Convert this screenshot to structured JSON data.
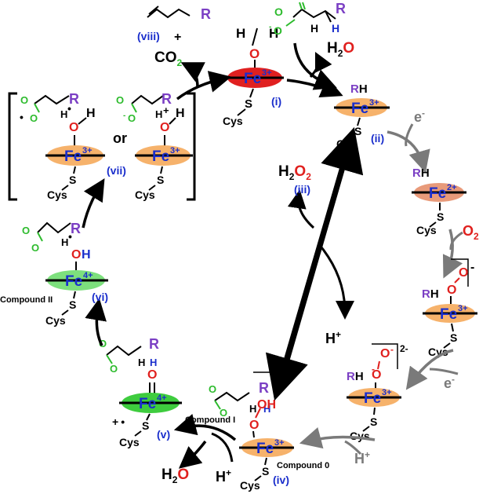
{
  "colors": {
    "heme_orange": "#f6b26b",
    "heme_red": "#e02020",
    "heme_pink": "#e89a7a",
    "heme_green": "#7de07d",
    "iron_blue": "#1a2ecc",
    "oxygen_red": "#e0201e",
    "substrate_purple": "#7b3fc4",
    "carboxyl_green": "#2dbb2d",
    "arrow_black": "#000000",
    "arrow_grey": "#7a7a7a"
  },
  "labels": {
    "fe3": "Fe",
    "fe3_sup": "3+",
    "fe2_sup": "2+",
    "fe4_sup": "4+",
    "cys": "Cys",
    "s": "S",
    "o": "O",
    "h": "H",
    "oh": "OH",
    "r": "R",
    "rh": "RH",
    "e": "e",
    "minus": "-",
    "plus": "+",
    "two_minus": "2-",
    "or": "or",
    "dot": "•"
  },
  "species": {
    "i": "(i)",
    "ii": "(ii)",
    "iii": "(iii)",
    "iv": "(iv)",
    "v": "(v)",
    "vi": "(vi)",
    "vii": "(vii)",
    "viii": "(viii)"
  },
  "names": {
    "compound_0": "Compound 0",
    "compound_i": "Compound I",
    "compound_ii": "Compound II"
  },
  "small_molecules": {
    "water_top": "H₂O",
    "water_bottom": "H₂O",
    "h2o2_h": "H",
    "h2o2_sub": "2",
    "h2o2_o": "O",
    "h2o2_sub2": "2",
    "co2_c": "CO",
    "co2_sub": "2",
    "o2_o": "O",
    "o2_sub": "2",
    "h_plus": "H",
    "plus_sup": "+",
    "alkene_plus": "+"
  }
}
